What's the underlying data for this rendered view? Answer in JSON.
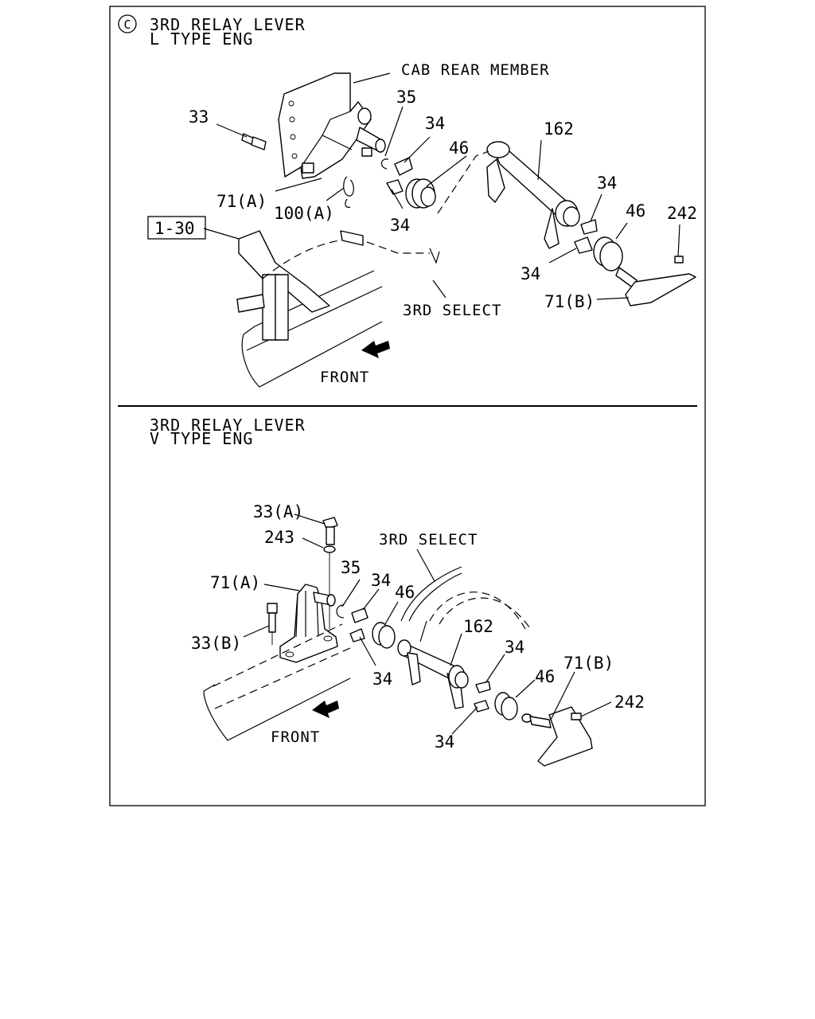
{
  "top_panel": {
    "symbol": "C",
    "title_line1": "3RD RELAY LEVER",
    "title_line2": "L TYPE ENG",
    "ref_box": "1-30",
    "labels": {
      "cab_rear_member": "CAB REAR MEMBER",
      "third_select": "3RD SELECT",
      "front": "FRONT",
      "p33": "33",
      "p35": "35",
      "p34_a": "34",
      "p46_a": "46",
      "p162": "162",
      "p71a": "71(A)",
      "p100a": "100(A)",
      "p34_b": "34",
      "p34_c": "34",
      "p46_b": "46",
      "p242": "242",
      "p34_d": "34",
      "p71b": "71(B)"
    }
  },
  "bottom_panel": {
    "title_line1": "3RD RELAY LEVER",
    "title_line2": "V TYPE ENG",
    "labels": {
      "p33a": "33(A)",
      "p243": "243",
      "third_select": "3RD SELECT",
      "p35": "35",
      "p34_a": "34",
      "p46_a": "46",
      "p71a": "71(A)",
      "p162": "162",
      "p33b": "33(B)",
      "p34_b": "34",
      "p34_c": "34",
      "p46_b": "46",
      "p71b": "71(B)",
      "p242": "242",
      "front": "FRONT",
      "p34_d": "34"
    }
  }
}
